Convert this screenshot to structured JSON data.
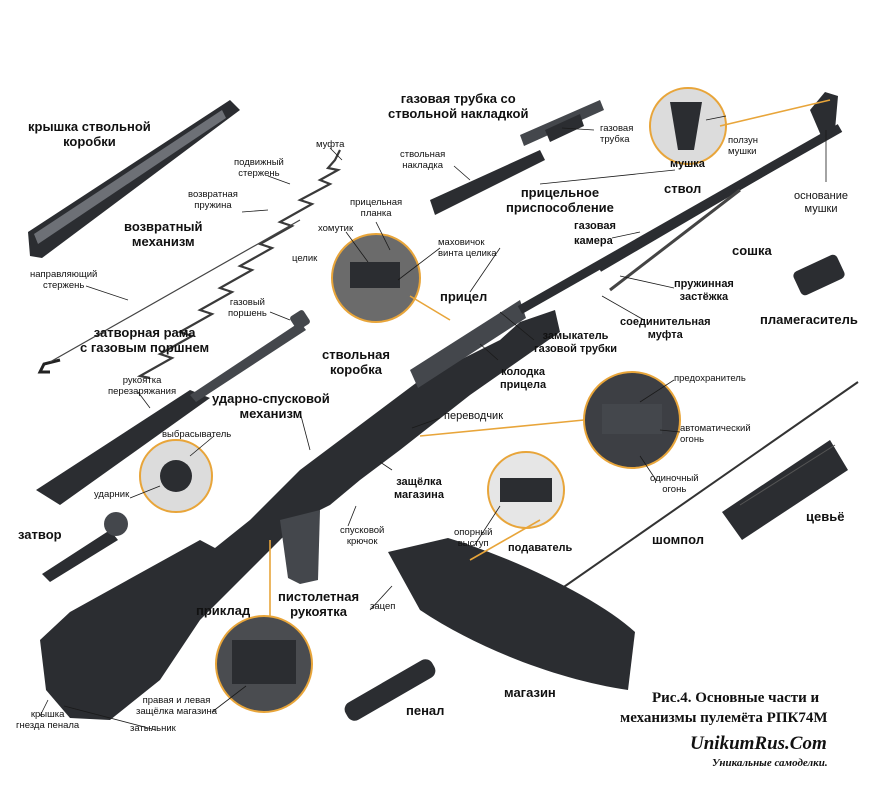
{
  "labels": {
    "kryshka": "крышка ствольной\nкоробки",
    "mufta": "муфта",
    "podv_sterzhen": "подвижный\nстержень",
    "vozvr_pruzhina": "возвратная\nпружина",
    "vozvr_mehanizm": "возвратный\nмеханизм",
    "napr_sterzhen": "направляющий\nстержень",
    "gaz_trubka": "газовая трубка со\nствольной накладкой",
    "gaz_trubka_sm": "газовая\nтрубка",
    "stv_nakladka": "ствольная\nнакладка",
    "pricel_prisp": "прицельное\nприспособление",
    "pricel_planka": "прицельная\nпланка",
    "homutik": "хомутик",
    "mahovichok": "маховичок\nвинта целика",
    "celik": "целик",
    "pricel": "прицел",
    "gaz_kamera": "газовая\nкамера",
    "polzun": "ползун\nмушки",
    "mushka": "мушка",
    "stvol": "ствол",
    "osnovanie": "основание\nмушки",
    "soshka": "сошка",
    "pruzh_zast": "пружинная\nзастёжка",
    "soed_mufta": "соединительная\nмуфта",
    "plamegas": "пламегаситель",
    "gaz_porshen": "газовый\nпоршень",
    "zatv_rama": "затворная рама\nс газовым поршнем",
    "stv_korobka": "ствольная\nкоробка",
    "zamykatel": "замыкатель\nгазовой трубки",
    "kolodka": "колодка\nприцела",
    "ruk_perez": "рукоятка\nперезаряжания",
    "usm": "ударно-спусковой\nмеханизм",
    "perevodchik": "переводчик",
    "predohr": "предохранитель",
    "avtomat": "автоматический\nогонь",
    "odinoch": "одиночный\nогонь",
    "vybrasyv": "выбрасыватель",
    "udarnik": "ударник",
    "zatvor": "затвор",
    "zaschelka_mag": "защёлка\nмагазина",
    "opor_vystup": "опорный\nвыступ",
    "podavatel": "подаватель",
    "spusk_kr": "спусковой\nкрючок",
    "shompol": "шомпол",
    "cevye": "цевьё",
    "priklad": "приклад",
    "pist_ruk": "пистолетная\nрукоятка",
    "zacep": "зацеп",
    "magazin": "магазин",
    "kryshka_gnezda": "крышка\nгнезда пенала",
    "prav_lev": "правая и левая\nзащёлка магазина",
    "zatylnik": "затыльник",
    "penal": "пенал"
  },
  "caption": {
    "line1": "Рис.4. Основные части и",
    "line2": "механизмы пулемёта РПК74М",
    "site": "UnikumRus.Com",
    "tagline": "Уникальные самоделки."
  }
}
